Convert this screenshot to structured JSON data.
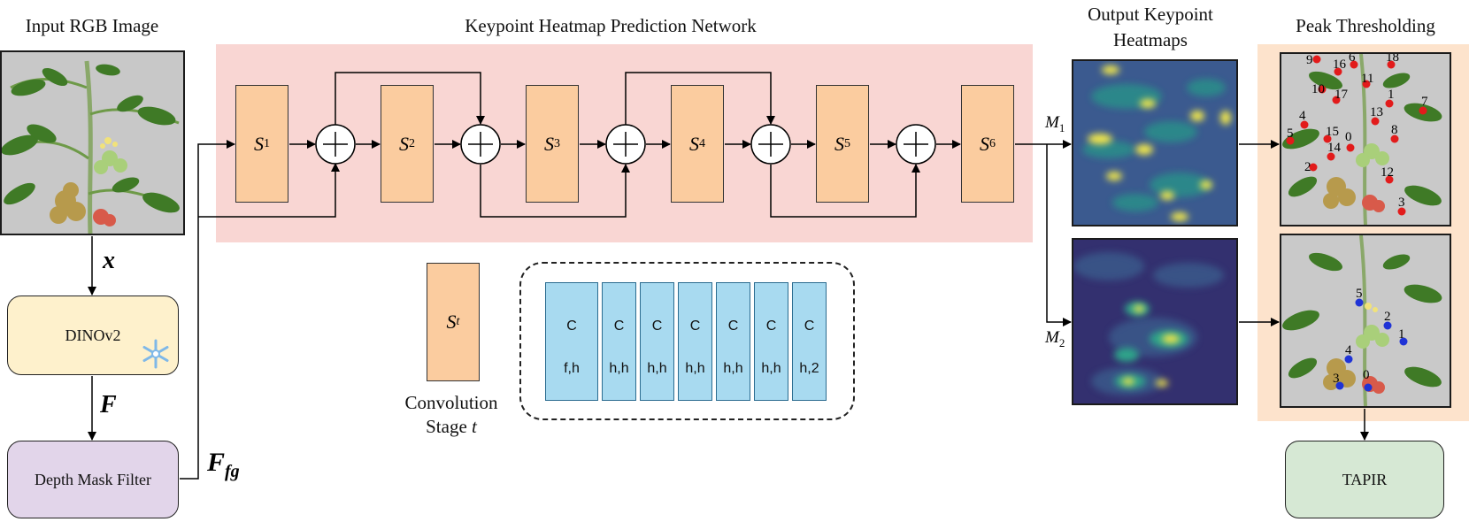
{
  "titles": {
    "input": "Input RGB Image",
    "network": "Keypoint Heatmap Prediction Network",
    "heatmaps_line1": "Output Keypoint",
    "heatmaps_line2": "Heatmaps",
    "peak": "Peak Thresholding"
  },
  "blocks": {
    "dino": "DINOv2",
    "depth": "Depth Mask Filter",
    "tapir": "TAPIR"
  },
  "vars": {
    "x": "x",
    "F": "F",
    "Ffg": "F",
    "Ffg_sub": "fg",
    "M1": "M",
    "M1_sub": "1",
    "M2": "M",
    "M2_sub": "2"
  },
  "stages": [
    {
      "label": "S",
      "sub": "1"
    },
    {
      "label": "S",
      "sub": "2"
    },
    {
      "label": "S",
      "sub": "3"
    },
    {
      "label": "S",
      "sub": "4"
    },
    {
      "label": "S",
      "sub": "5"
    },
    {
      "label": "S",
      "sub": "6"
    }
  ],
  "legend": {
    "stage_symbol": "S",
    "stage_sub": "t",
    "caption_line1": "Convolution",
    "caption_line2": "Stage",
    "caption_var": "t",
    "conv_layers": [
      {
        "top": "C",
        "bottom": "f,h"
      },
      {
        "top": "C",
        "bottom": "h,h"
      },
      {
        "top": "C",
        "bottom": "h,h"
      },
      {
        "top": "C",
        "bottom": "h,h"
      },
      {
        "top": "C",
        "bottom": "h,h"
      },
      {
        "top": "C",
        "bottom": "h,h"
      },
      {
        "top": "C",
        "bottom": "h,2"
      }
    ]
  },
  "keypoints_top": [
    "9",
    "16",
    "6",
    "18",
    "10",
    "11",
    "17",
    "1",
    "7",
    "13",
    "4",
    "5",
    "15",
    "0",
    "8",
    "14",
    "2",
    "12",
    "3"
  ],
  "keypoints_bottom": [
    "5",
    "2",
    "1",
    "4",
    "3",
    "0"
  ],
  "colors": {
    "network_bg": "#f9d6d3",
    "peak_bg": "#fde3cc",
    "stage_fill": "#fbcc9f",
    "conv_fill": "#a8daf0",
    "dino_fill": "#fef1cc",
    "depth_fill": "#e2d5ea",
    "tapir_fill": "#d6e8d4",
    "kp_top": "#e21b1b",
    "kp_bottom": "#1f33d6"
  }
}
